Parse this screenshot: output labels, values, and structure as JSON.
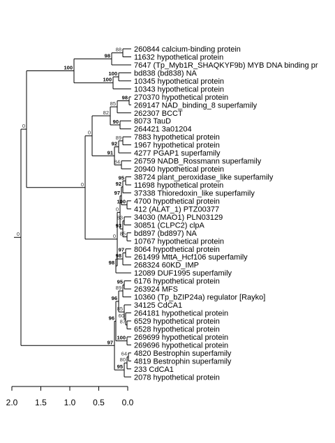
{
  "tree": {
    "leaves": [
      "260844 calcium-binding protein",
      "11632 hypothetical protein",
      "7647 (Tp_Myb1R_SHAQKYF9b) MYB DNA binding pr",
      "bd838 (bd838) NA",
      "10345 hypothetical protein",
      "10343 hypothetical protein",
      "270370 hypothetical protein",
      "269147 NAD_binding_8 superfamily",
      "262307 BCCT",
      "8073 TauD",
      "264421 3a01204",
      "7883 hypothetical protein",
      "1967 hypothetical protein",
      "4277 PGAP1 superfamily",
      "26759 NADB_Rossmann superfamily",
      "20940 hypothetical protein",
      "38724 plant_peroxidase_like superfamily",
      "11698 hypothetical protein",
      "37338 Thioredoxin_like superfamily",
      "4700 hypothetical protein",
      "412 (ALAT_1) PTZ00377",
      "34030 (MAO1) PLN03129",
      "30851 (CLPC2) clpA",
      "bd897 (bd897) NA",
      "10767 hypothetical protein",
      "8064 hypothetical protein",
      "261499 MttA_Hcf106 superfamily",
      "268324 60KD_IMP",
      "12089 DUF1995 superfamily",
      "6176 hypothetical protein",
      "263924 MFS",
      "10360 (Tp_bZIP24a) regulator [Rayko]",
      "34125 CdCA1",
      "264181 hypothetical protein",
      "6529 hypothetical protein",
      "6528 hypothetical protein",
      "269699 hypothetical protein",
      "269696 hypothetical protein",
      "4820 Bestrophin superfamily",
      "4819 Bestrophin superfamily",
      "233 CdCA1",
      "2078 hypothetical protein"
    ],
    "support_values": [
      {
        "id": "n_a",
        "value": "88",
        "bold": false
      },
      {
        "id": "n_b",
        "value": "98",
        "bold": true
      },
      {
        "id": "n_d",
        "value": "100",
        "bold": true
      },
      {
        "id": "n_e",
        "value": "100",
        "bold": true
      },
      {
        "id": "n_top",
        "value": "100",
        "bold": true
      },
      {
        "id": "n_f",
        "value": "98",
        "bold": true
      },
      {
        "id": "n_g",
        "value": "85",
        "bold": false
      },
      {
        "id": "n_h",
        "value": "82",
        "bold": false
      },
      {
        "id": "n_i",
        "value": "90",
        "bold": true
      },
      {
        "id": "n_j",
        "value": "0",
        "bold": false
      },
      {
        "id": "n_k",
        "value": "89",
        "bold": false
      },
      {
        "id": "n_l",
        "value": "92",
        "bold": true
      },
      {
        "id": "n_m",
        "value": "91",
        "bold": true
      },
      {
        "id": "n_n",
        "value": "84",
        "bold": false
      },
      {
        "id": "n_o",
        "value": "0",
        "bold": false
      },
      {
        "id": "n_p",
        "value": "95",
        "bold": true
      },
      {
        "id": "n_q",
        "value": "92",
        "bold": true
      },
      {
        "id": "n_r",
        "value": "97",
        "bold": true
      },
      {
        "id": "n_s",
        "value": "100",
        "bold": true
      },
      {
        "id": "n_t",
        "value": "83",
        "bold": false
      },
      {
        "id": "n_u",
        "value": "93",
        "bold": true
      },
      {
        "id": "n_v",
        "value": "85",
        "bold": false
      },
      {
        "id": "n_w",
        "value": "0",
        "bold": false
      },
      {
        "id": "n_x",
        "value": "97",
        "bold": true
      },
      {
        "id": "n_y",
        "value": "98",
        "bold": true
      },
      {
        "id": "n_z",
        "value": "98",
        "bold": true
      },
      {
        "id": "n_mid",
        "value": "0",
        "bold": false
      },
      {
        "id": "n_upper",
        "value": "0",
        "bold": false
      },
      {
        "id": "n_root",
        "value": "0",
        "bold": false
      },
      {
        "id": "n_c1",
        "value": "95",
        "bold": true
      },
      {
        "id": "n_c2",
        "value": "89",
        "bold": false
      },
      {
        "id": "n_c3",
        "value": "85",
        "bold": false
      },
      {
        "id": "n_c4",
        "value": "60",
        "bold": false
      },
      {
        "id": "n_c5",
        "value": "87",
        "bold": false
      },
      {
        "id": "n_c6",
        "value": "96",
        "bold": true
      },
      {
        "id": "n_c7",
        "value": "96",
        "bold": true
      },
      {
        "id": "n_c8",
        "value": "100",
        "bold": true
      },
      {
        "id": "n_c9",
        "value": "64",
        "bold": false
      },
      {
        "id": "n_c10",
        "value": "80",
        "bold": false
      },
      {
        "id": "n_c11",
        "value": "95",
        "bold": true
      },
      {
        "id": "n_c12",
        "value": "97",
        "bold": true
      }
    ],
    "axis_ticks": [
      "2.0",
      "1.5",
      "1.0",
      "0.5",
      "0.0"
    ]
  }
}
